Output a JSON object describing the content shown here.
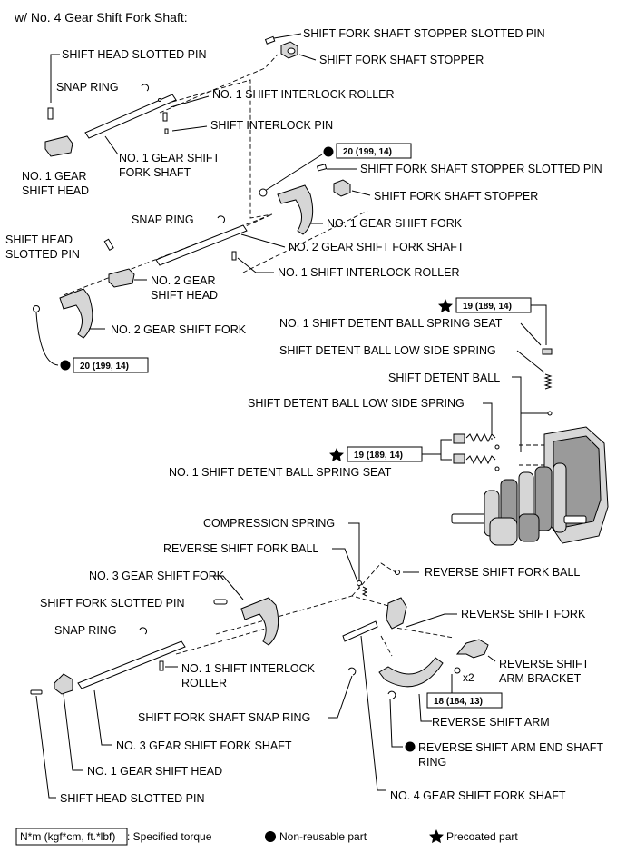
{
  "title": "w/ No. 4 Gear Shift Fork Shaft:",
  "labels": {
    "shift_fork_shaft_stopper_slotted_pin_1": "SHIFT FORK SHAFT STOPPER SLOTTED PIN",
    "shift_fork_shaft_stopper_1": "SHIFT FORK SHAFT STOPPER",
    "shift_head_slotted_pin_1": "SHIFT HEAD SLOTTED PIN",
    "snap_ring_1": "SNAP RING",
    "no1_shift_interlock_roller_1": "NO. 1 SHIFT INTERLOCK ROLLER",
    "shift_interlock_pin": "SHIFT INTERLOCK PIN",
    "no1_gear_shift_fork_shaft_l1": "NO. 1 GEAR SHIFT",
    "no1_gear_shift_fork_shaft_l2": "FORK SHAFT",
    "no1_gear_shift_head_l1": "NO. 1 GEAR",
    "no1_gear_shift_head_l2": "SHIFT HEAD",
    "shift_fork_shaft_stopper_slotted_pin_2": "SHIFT FORK SHAFT STOPPER SLOTTED PIN",
    "shift_fork_shaft_stopper_2": "SHIFT FORK SHAFT STOPPER",
    "snap_ring_2": "SNAP RING",
    "no1_gear_shift_fork": "NO. 1 GEAR SHIFT FORK",
    "no2_gear_shift_fork_shaft": "NO. 2 GEAR SHIFT FORK SHAFT",
    "shift_head_slotted_pin_2_l1": "SHIFT HEAD",
    "shift_head_slotted_pin_2_l2": "SLOTTED PIN",
    "no1_shift_interlock_roller_2": "NO. 1 SHIFT INTERLOCK ROLLER",
    "no2_gear_shift_head_l1": "NO. 2 GEAR",
    "no2_gear_shift_head_l2": "SHIFT HEAD",
    "no2_gear_shift_fork": "NO. 2 GEAR SHIFT FORK",
    "no1_shift_detent_ball_spring_seat_1": "NO. 1 SHIFT DETENT BALL SPRING SEAT",
    "shift_detent_ball_low_side_spring_1": "SHIFT DETENT BALL LOW SIDE SPRING",
    "shift_detent_ball": "SHIFT DETENT BALL",
    "shift_detent_ball_low_side_spring_2": "SHIFT DETENT BALL LOW SIDE SPRING",
    "no1_shift_detent_ball_spring_seat_2": "NO. 1 SHIFT DETENT BALL SPRING SEAT",
    "compression_spring": "COMPRESSION SPRING",
    "reverse_shift_fork_ball_1": "REVERSE SHIFT FORK BALL",
    "no3_gear_shift_fork": "NO. 3 GEAR SHIFT FORK",
    "reverse_shift_fork_ball_2": "REVERSE SHIFT FORK BALL",
    "shift_fork_slotted_pin": "SHIFT FORK SLOTTED PIN",
    "reverse_shift_fork": "REVERSE SHIFT FORK",
    "snap_ring_3": "SNAP RING",
    "reverse_shift_arm_bracket_l1": "REVERSE SHIFT",
    "reverse_shift_arm_bracket_l2": "ARM BRACKET",
    "no1_shift_interlock_roller_3_l1": "NO. 1 SHIFT INTERLOCK",
    "no1_shift_interlock_roller_3_l2": "ROLLER",
    "x2": "x2",
    "shift_fork_shaft_snap_ring": "SHIFT FORK SHAFT SNAP RING",
    "reverse_shift_arm": "REVERSE SHIFT ARM",
    "no3_gear_shift_fork_shaft": "NO. 3 GEAR SHIFT FORK SHAFT",
    "reverse_shift_arm_end_shaft_ring_l1": "REVERSE SHIFT ARM END SHAFT",
    "reverse_shift_arm_end_shaft_ring_l2": "RING",
    "no1_gear_shift_head_2": "NO. 1 GEAR SHIFT HEAD",
    "shift_head_slotted_pin_3": "SHIFT HEAD SLOTTED PIN",
    "no4_gear_shift_fork_shaft": "NO. 4 GEAR SHIFT FORK SHAFT"
  },
  "torque": {
    "t1": "20 (199, 14)",
    "t2": "20 (199, 14)",
    "t3": "19 (189, 14)",
    "t4": "19 (189, 14)",
    "t5": "18 (184, 13)"
  },
  "legend": {
    "unit_box": "N*m (kgf*cm, ft.*lbf)",
    "specified_torque": ": Specified torque",
    "non_reusable": "Non-reusable part",
    "precoated": "Precoated part"
  },
  "icons": {
    "non_reusable": "filled-circle-icon",
    "precoated": "star-icon"
  }
}
